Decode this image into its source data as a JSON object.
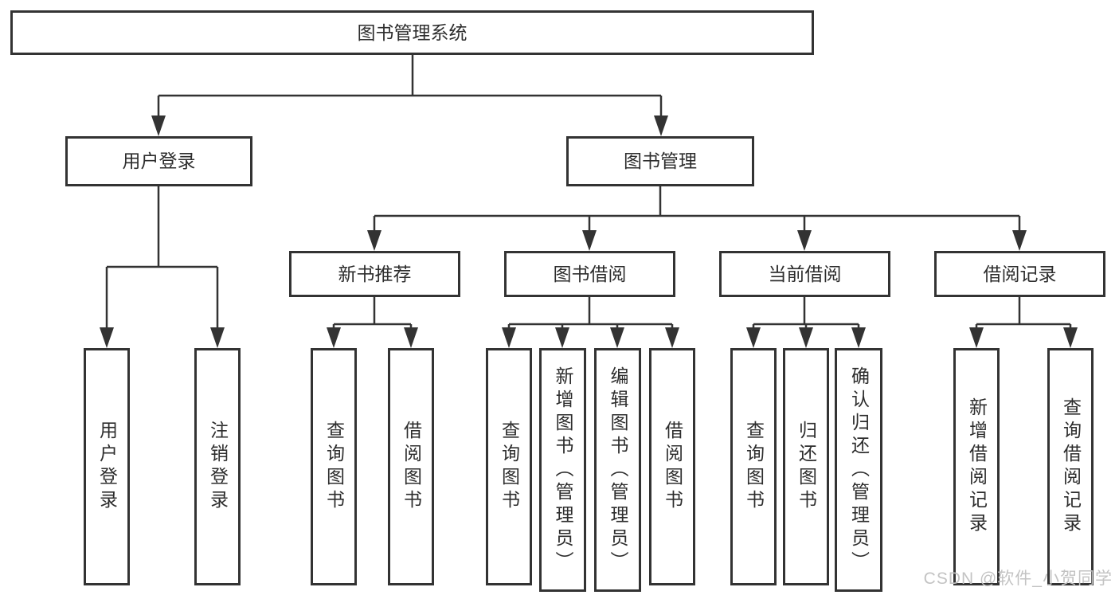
{
  "tree": {
    "root": {
      "label": "图书管理系统",
      "children": [
        {
          "label": "用户登录",
          "children": [
            {
              "label": "用户登录"
            },
            {
              "label": "注销登录"
            }
          ]
        },
        {
          "label": "图书管理",
          "children": [
            {
              "label": "新书推荐",
              "children": [
                {
                  "label": "查询图书"
                },
                {
                  "label": "借阅图书"
                }
              ]
            },
            {
              "label": "图书借阅",
              "children": [
                {
                  "label": "查询图书"
                },
                {
                  "label": "新增图书（管理员）"
                },
                {
                  "label": "编辑图书（管理员）"
                },
                {
                  "label": "借阅图书"
                }
              ]
            },
            {
              "label": "当前借阅",
              "children": [
                {
                  "label": "查询图书"
                },
                {
                  "label": "归还图书"
                },
                {
                  "label": "确认归还（管理员）"
                }
              ]
            },
            {
              "label": "借阅记录",
              "children": [
                {
                  "label": "新增借阅记录"
                },
                {
                  "label": "查询借阅记录"
                }
              ]
            }
          ]
        }
      ]
    }
  },
  "watermark": {
    "text": "CSDN @软件_小贺同学"
  },
  "colors": {
    "line": "#333333",
    "text": "#2d2d2d",
    "background": "#ffffff",
    "watermark": "#c3c3c3"
  }
}
